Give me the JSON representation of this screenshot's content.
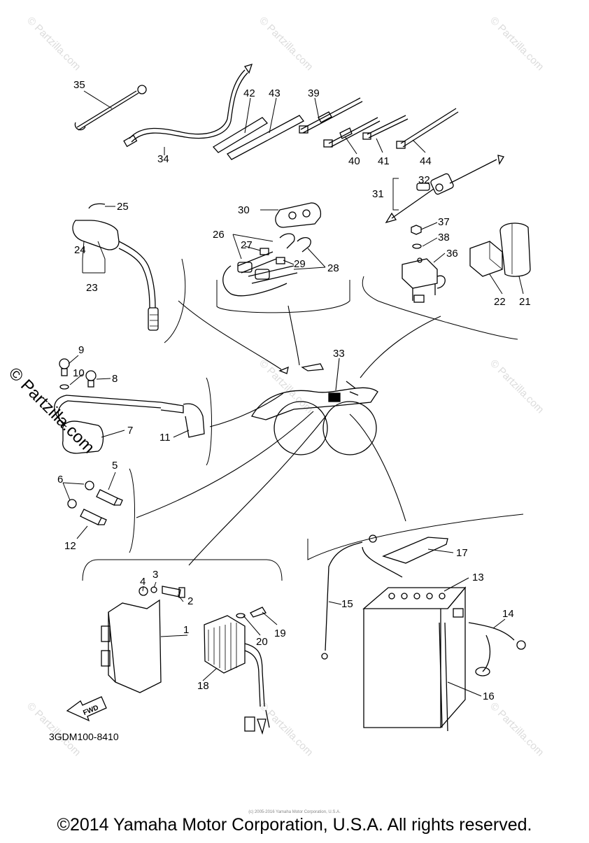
{
  "diagram": {
    "callouts": [
      "1",
      "2",
      "3",
      "4",
      "5",
      "6",
      "7",
      "8",
      "9",
      "10",
      "11",
      "12",
      "13",
      "14",
      "15",
      "16",
      "17",
      "18",
      "19",
      "20",
      "21",
      "22",
      "23",
      "24",
      "25",
      "26",
      "27",
      "28",
      "29",
      "30",
      "31",
      "32",
      "33",
      "34",
      "35",
      "36",
      "37",
      "38",
      "39",
      "40",
      "41",
      "42",
      "43",
      "44"
    ],
    "fwd_label": "FWD",
    "diagram_code": "3GDM100-8410",
    "copyright": "©2014 Yamaha Motor Corporation, U.S.A. All rights reserved.",
    "small_copyright": "(c) 2005-2016 Yamaha Motor Corporation, U.S.A.",
    "watermark": "© Partzilla.com",
    "side_watermark": "© Partzilla.com"
  }
}
